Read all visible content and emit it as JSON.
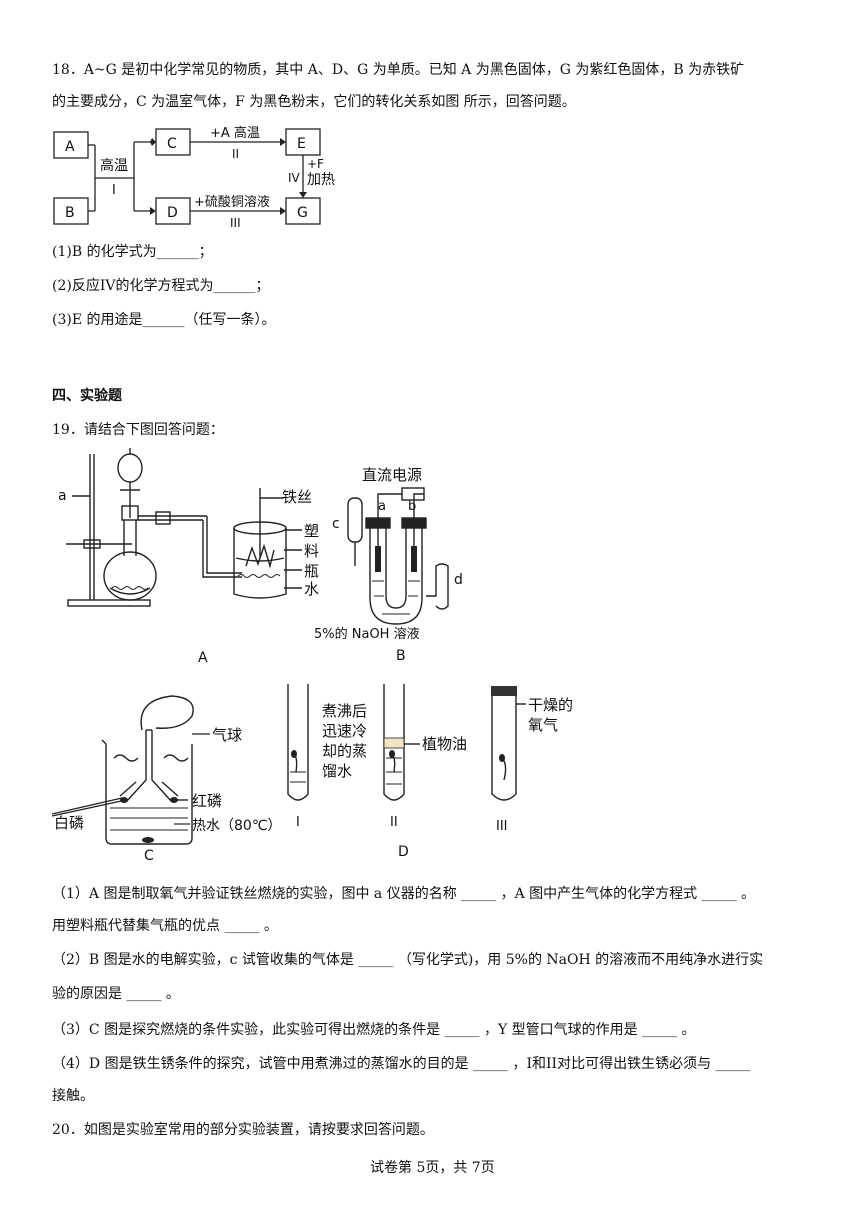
{
  "q18": {
    "line1": "18．A~G 是初中化学常见的物质，其中 A、D、G 为单质。已知 A 为黑色固体，G 为紫红色固体，B 为赤铁矿",
    "line2": "的主要成分，C 为温室气体，F 为黑色粉末，它们的转化关系如图 所示，回答问题。",
    "diagram": {
      "boxes": {
        "A": "A",
        "B": "B",
        "C": "C",
        "D": "D",
        "E": "E",
        "G": "G"
      },
      "cond_I_top": "高温",
      "cond_I_bottom": "I",
      "cond_II_top": "+A 高温",
      "cond_II_bottom": "II",
      "cond_III_top": "+硫酸铜溶液",
      "cond_III_bottom": "III",
      "cond_IV_left": "IV",
      "cond_IV_right1": "+F",
      "cond_IV_right2": "加热"
    },
    "p1": "(1)B 的化学式为______；",
    "p2": "(2)反应IV的化学方程式为______；",
    "p3": "(3)E 的用途是______（任写一条）。"
  },
  "section4": "四、实验题",
  "q19": {
    "intro": "19．请结合下图回答问题：",
    "figA": {
      "label_a": "a",
      "iron_wire": "铁丝",
      "plastic_bottle": [
        "塑",
        "料",
        "瓶"
      ],
      "water": "水",
      "caption": "A"
    },
    "figB": {
      "power": "直流电源",
      "a": "a",
      "b": "b",
      "c": "c",
      "d": "d",
      "solution": "5%的 NaOH 溶液",
      "caption": "B"
    },
    "figC": {
      "balloon": "气球",
      "white_p": "白磷",
      "red_p": "红磷",
      "hot_water": "热水（80℃）",
      "caption": "C"
    },
    "figD": {
      "boiled": [
        "煮沸后",
        "迅速冷",
        "却的蒸",
        "馏水"
      ],
      "oil": "植物油",
      "dry": [
        "干燥的",
        "氧气"
      ],
      "t1": "I",
      "t2": "II",
      "t3": "III",
      "caption": "D"
    },
    "p1a": "（1）A 图是制取氧气并验证铁丝燃烧的实验，图中 a 仪器的名称 _____ ，A 图中产生气体的化学方程式 _____ 。",
    "p1b": "用塑料瓶代替集气瓶的优点 _____ 。",
    "p2a": "（2）B 图是水的电解实验，c 试管收集的气体是 _____ （写化学式)，用 5%的 NaOH 的溶液而不用纯净水进行实",
    "p2b": "验的原因是 _____ 。",
    "p3": "（3）C 图是探究燃烧的条件实验，此实验可得出燃烧的条件是 _____ ，Y 型管口气球的作用是 _____ 。",
    "p4a": "（4）D 图是铁生锈条件的探究，试管中用煮沸过的蒸馏水的目的是 _____ ，I和II对比可得出铁生锈必须与 _____",
    "p4b": "接触。"
  },
  "q20": "20．如图是实验室常用的部分实验装置，请按要求回答问题。",
  "footer": "试卷第 5页，共 7页"
}
